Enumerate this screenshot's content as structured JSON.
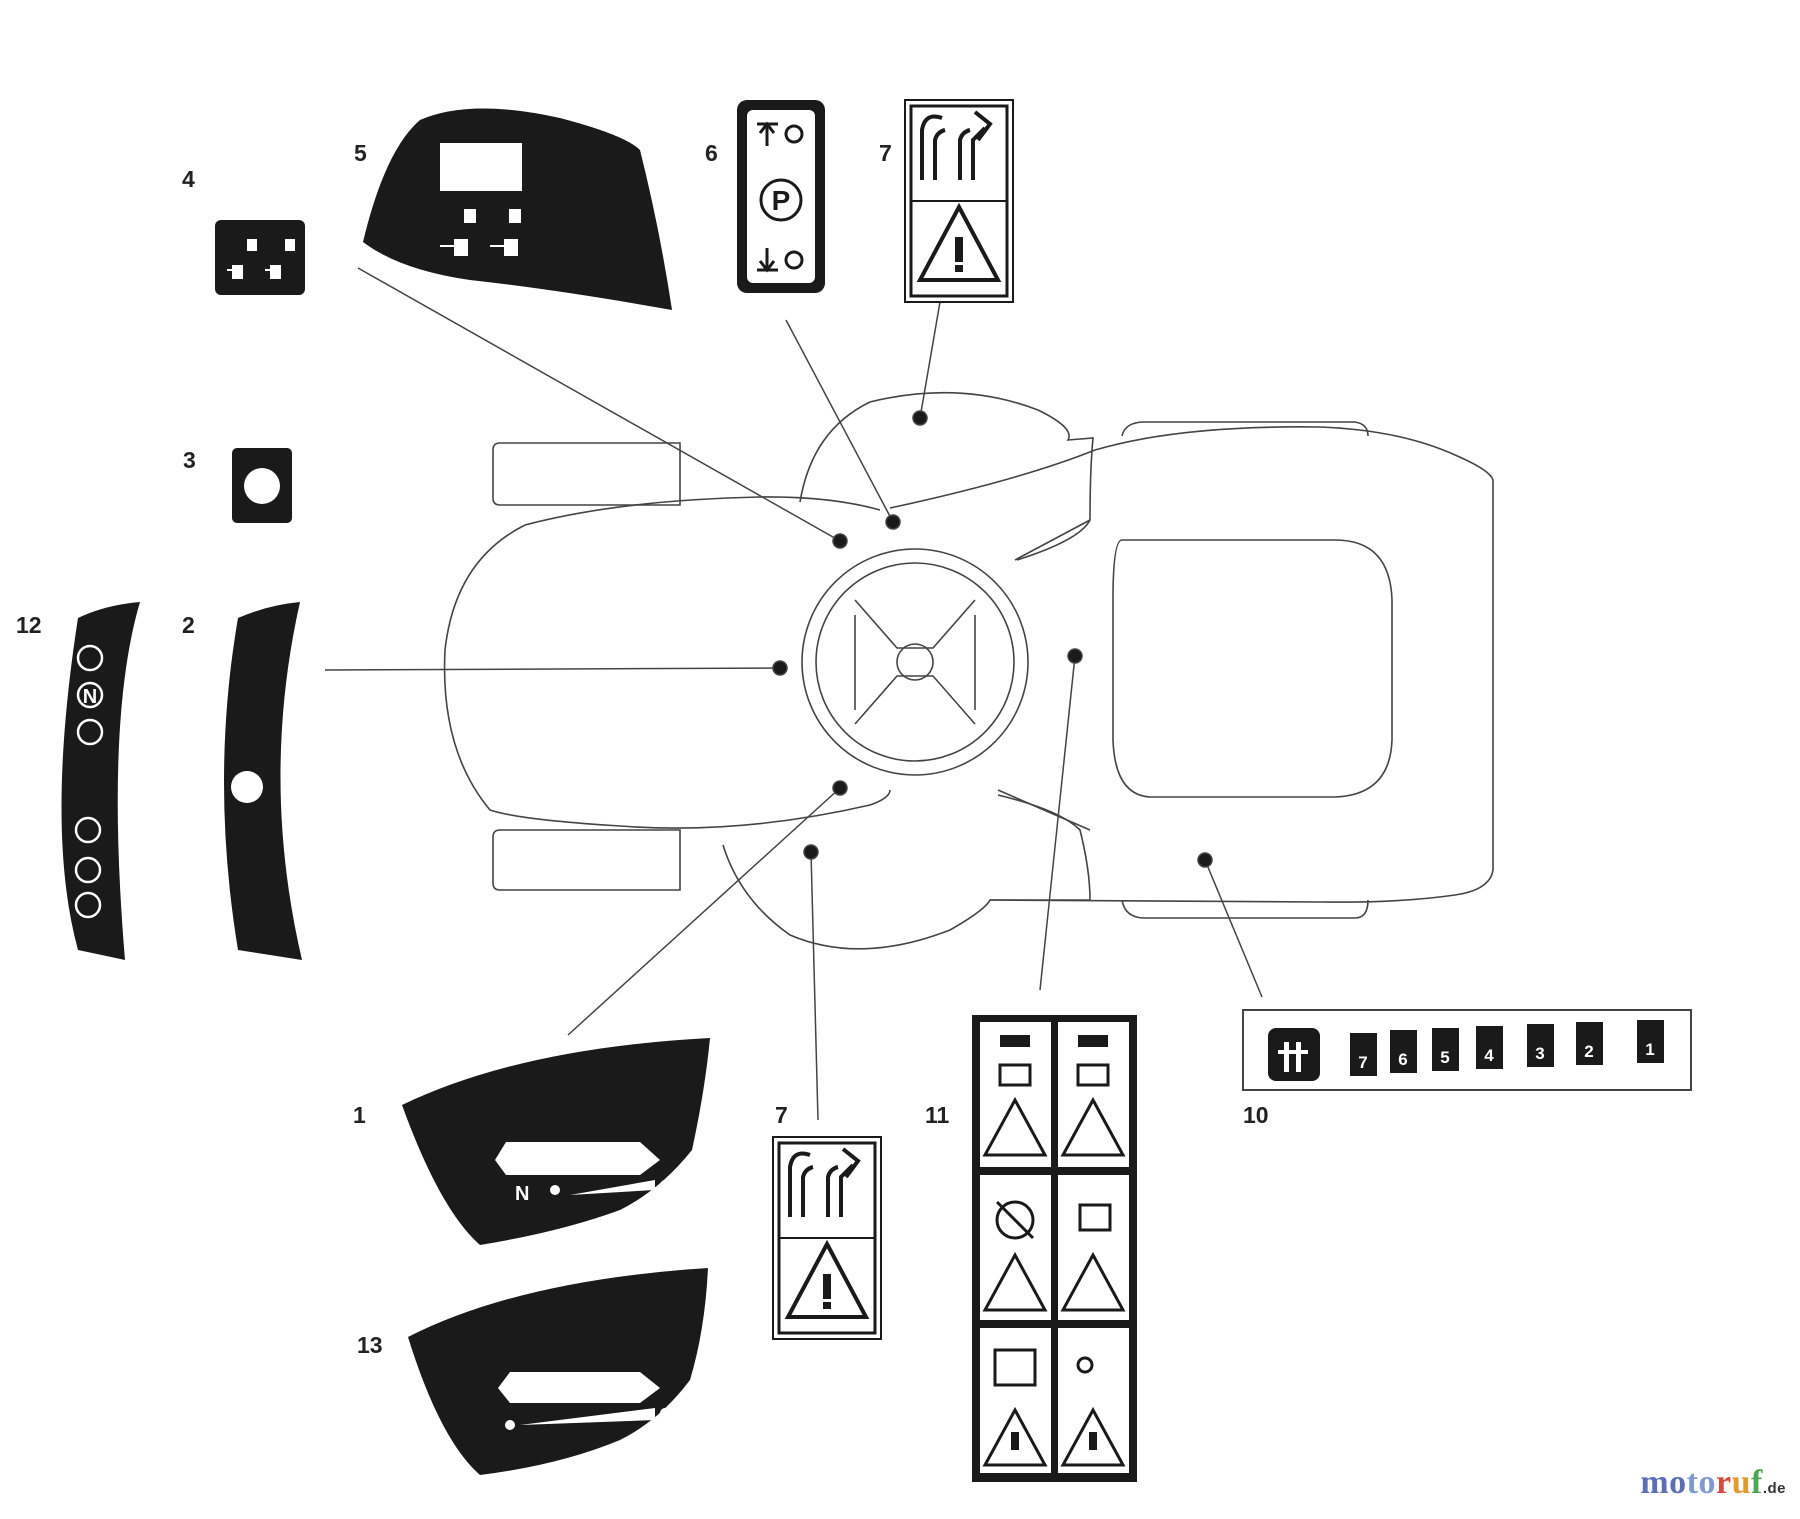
{
  "callouts": [
    {
      "id": "1",
      "label": "1"
    },
    {
      "id": "2",
      "label": "2"
    },
    {
      "id": "3",
      "label": "3"
    },
    {
      "id": "4",
      "label": "4"
    },
    {
      "id": "5",
      "label": "5"
    },
    {
      "id": "6",
      "label": "6"
    },
    {
      "id": "7a",
      "label": "7"
    },
    {
      "id": "7b",
      "label": "7"
    },
    {
      "id": "10",
      "label": "10"
    },
    {
      "id": "11",
      "label": "11"
    },
    {
      "id": "12",
      "label": "12"
    },
    {
      "id": "13",
      "label": "13"
    }
  ],
  "decal10": {
    "gear_numbers": [
      "7",
      "6",
      "5",
      "4",
      "3",
      "2",
      "1"
    ]
  },
  "decal12": {
    "symbols": [
      "N"
    ]
  },
  "decal1": {
    "symbols": [
      "N"
    ]
  },
  "decal6": {
    "symbols": [
      "P"
    ]
  },
  "watermark": {
    "name_parts": [
      "mo",
      "to",
      "r",
      "u",
      "f"
    ],
    "tld": ".de"
  },
  "colors": {
    "ink": "#1a1a1a",
    "outline": "#444444",
    "paper": "#ffffff"
  }
}
